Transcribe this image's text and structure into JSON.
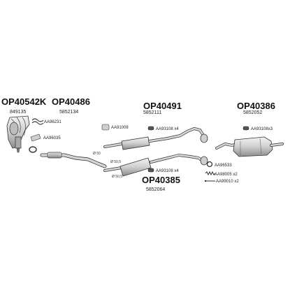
{
  "groups": [
    {
      "code": "OP40542K",
      "oem": "849135"
    },
    {
      "code": "OP40486",
      "oem": "5852134"
    },
    {
      "code": "OP40491",
      "oem": "5852111"
    },
    {
      "code": "OP40386",
      "oem": "5852052"
    },
    {
      "code": "OP40385",
      "oem": "5852064"
    }
  ],
  "accessories": {
    "aa96231": "AA96231",
    "aa96035": "AA96035",
    "aa91008": "AA91008",
    "aa93108_a": "AA93108 x4",
    "aa93108_b": "AA93108 x4",
    "aa93108_c": "AA93108x3",
    "aa96533": "AA96533",
    "aa98005": "AA98005 x2",
    "aa99010": "AA99010 x2"
  },
  "diameters": {
    "d50": "Ø 50",
    "d50_5_a": "Ø 50,5",
    "d50_5_b": "Ø 50,5"
  },
  "colors": {
    "part_fill": "#d9d9d9",
    "part_stroke": "#333333",
    "shadow": "#9a9a9a"
  }
}
